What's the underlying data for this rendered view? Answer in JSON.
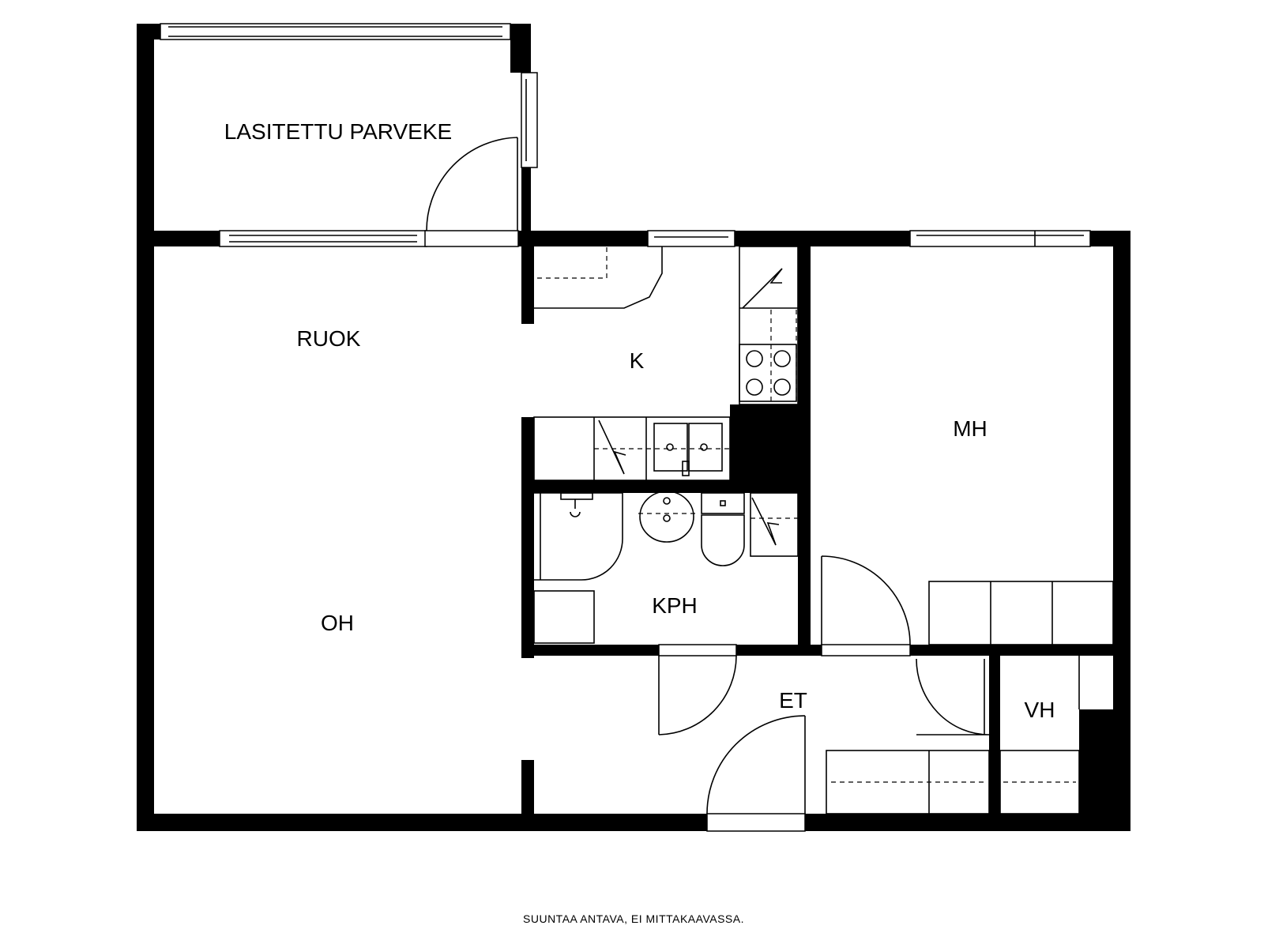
{
  "rooms": {
    "balcony": "LASITETTU PARVEKE",
    "dining": "RUOK",
    "kitchen": "K",
    "bedroom": "MH",
    "bathroom": "KPH",
    "living": "OH",
    "hall": "ET",
    "closet": "VH"
  },
  "footer": {
    "note": "SUUNTAA ANTAVA, EI MITTAKAAVASSA."
  }
}
